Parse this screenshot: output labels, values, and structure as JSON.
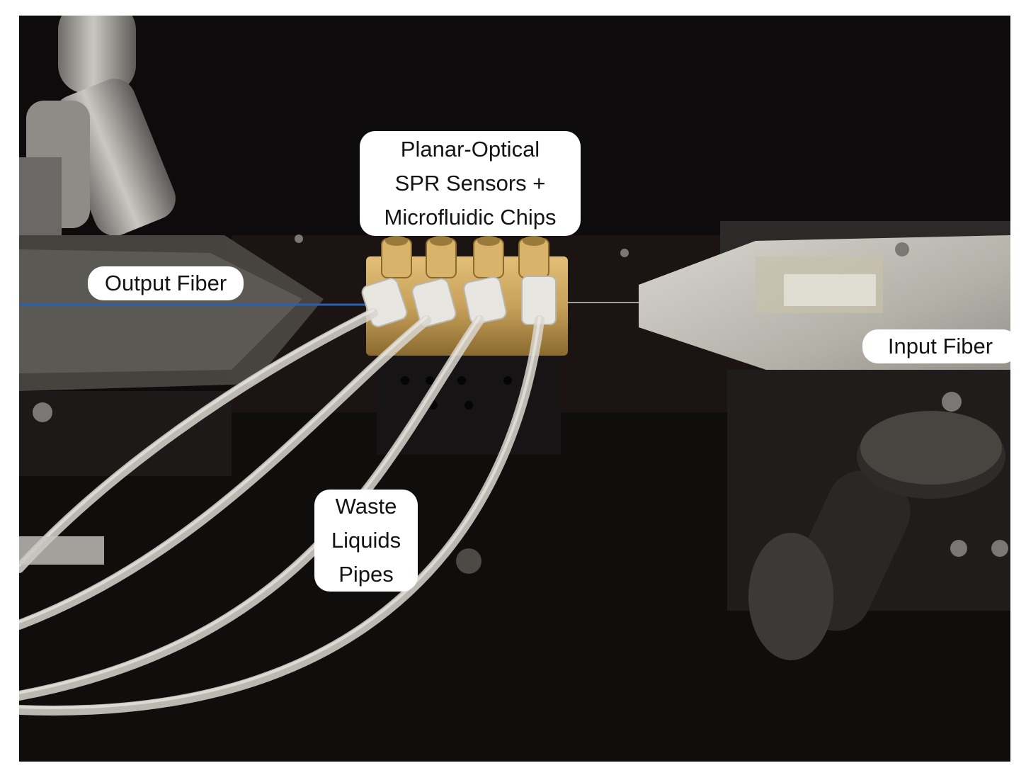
{
  "photo": {
    "colors": {
      "background": "#0d0b0b",
      "brass": "#c8a15a",
      "aluminum": "#b9b6ae",
      "acrylic": "#4a4742",
      "tubing": "#d9d6cf",
      "fiber": "#2a5fb0"
    },
    "labels": {
      "sensors": {
        "lines": [
          "Planar-Optical",
          "SPR Sensors +",
          "Microfluidic Chips"
        ]
      },
      "output_fiber": "Output Fiber",
      "input_fiber": "Input Fiber",
      "waste": {
        "lines": [
          "Waste",
          "Liquids",
          "Pipes"
        ]
      }
    }
  }
}
